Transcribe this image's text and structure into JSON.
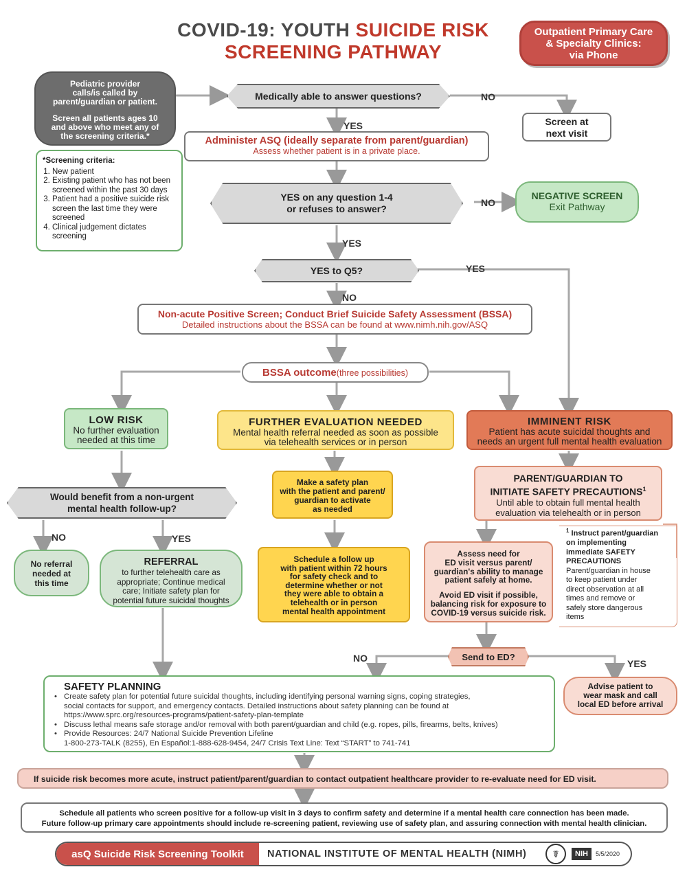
{
  "title": {
    "line1_a": "COVID-19: YOUTH ",
    "line1_b": "SUICIDE RISK",
    "line2": "SCREENING PATHWAY"
  },
  "setting_badge": {
    "line1": "Outpatient Primary Care",
    "line2": "& Specialty Clinics:",
    "line3": "via Phone"
  },
  "provider_box": {
    "line1": "Pediatric provider",
    "line2": "calls/is called by",
    "line3": "parent/guardian or patient.",
    "line4": "Screen all patients ages 10",
    "line5": "and above who meet any of",
    "line6": "the screening criteria.*"
  },
  "criteria": {
    "heading": "*Screening criteria:",
    "items": [
      "New patient",
      "Existing patient who has not been screened within the past 30 days",
      "Patient had a positive suicide risk screen the last time they were screened",
      "Clinical judgement dictates screening"
    ]
  },
  "q_medically": "Medically able to answer questions?",
  "lbl_no1": "NO",
  "screen_next": {
    "line1": "Screen at",
    "line2": "next visit"
  },
  "lbl_yes1": "YES",
  "administer": {
    "title": "Administer ASQ (ideally separate from parent/guardian)",
    "sub": "Assess whether patient is in a private place."
  },
  "q_any": {
    "line1": "YES on any question 1-4",
    "line2": "or refuses to answer?"
  },
  "lbl_no2": "NO",
  "negative": {
    "title": "NEGATIVE SCREEN",
    "sub": "Exit Pathway"
  },
  "lbl_yes2": "YES",
  "q_q5": "YES to Q5?",
  "lbl_yes3": "YES",
  "lbl_no3": "NO",
  "bssa": {
    "title": "Non-acute Positive Screen; Conduct Brief Suicide Safety Assessment (BSSA)",
    "sub": "Detailed instructions about the BSSA can be found at www.nimh.nih.gov/ASQ"
  },
  "bssa_outcome": {
    "bold": "BSSA outcome",
    "sub": "(three possibilities)"
  },
  "low_risk": {
    "title": "LOW RISK",
    "line1": "No further evaluation",
    "line2": "needed at this time"
  },
  "further": {
    "title": "FURTHER EVALUATION NEEDED",
    "line1": "Mental health referral needed as soon as possible",
    "line2": "via telehealth services or in person"
  },
  "imminent": {
    "title": "IMMINENT RISK",
    "line1": "Patient has acute suicidal thoughts and",
    "line2": "needs an urgent full mental health evaluation"
  },
  "q_benefit": {
    "line1": "Would benefit from a non-urgent",
    "line2": "mental health follow-up?"
  },
  "lbl_no4": "NO",
  "lbl_yes4": "YES",
  "no_referral": {
    "line1": "No referral",
    "line2": "needed at",
    "line3": "this time"
  },
  "referral": {
    "title": "REFERRAL",
    "line1": "to further telehealth care as",
    "line2": "appropriate; Continue medical",
    "line3": "care; Initiate safety plan for",
    "line4": "potential future suicidal thoughts"
  },
  "safety_plan_make": {
    "line1": "Make a safety plan",
    "line2": "with the patient and parent/",
    "line3": "guardian to activate",
    "line4": "as needed"
  },
  "schedule_followup": {
    "line1": "Schedule a follow up",
    "line2": "with patient within 72 hours",
    "line3": "for safety check and to",
    "line4": "determine whether or not",
    "line5": "they were able to obtain a",
    "line6": "telehealth or in person",
    "line7": "mental health appointment"
  },
  "parent_precautions": {
    "title1": "PARENT/GUARDIAN TO",
    "title2": "INITIATE SAFETY PRECAUTIONS",
    "sup": "1",
    "line1": "Until able to obtain full mental health",
    "line2": "evaluation via telehealth or in person"
  },
  "footnote": {
    "sup": "1",
    "bold1": "Instruct parent/guardian",
    "bold2": "on implementing",
    "bold3": "immediate SAFETY",
    "bold4": "PRECAUTIONS",
    "line1": "Parent/guardian in house",
    "line2": "to keep patient under",
    "line3": "direct observation at all",
    "line4": "times and remove or",
    "line5": "safely store dangerous",
    "line6": "items"
  },
  "assess_ed": {
    "line1": "Assess need for",
    "line2": "ED visit versus parent/",
    "line3": "guardian's ability to manage",
    "line4": "patient safely at home.",
    "line5": "Avoid ED visit if possible,",
    "line6": "balancing risk for exposure to",
    "line7": "COVID-19 versus suicide risk."
  },
  "q_send_ed": "Send to ED?",
  "lbl_no5": "NO",
  "lbl_yes5": "YES",
  "advise": {
    "line1": "Advise patient to",
    "line2": "wear mask and call",
    "line3": "local ED before arrival"
  },
  "safety_planning": {
    "title": "SAFETY PLANNING",
    "b1a": "Create safety plan for potential future suicidal thoughts, including identifying personal warning signs, coping strategies,",
    "b1b": "social contacts for support, and emergency contacts. Detailed instructions about safety planning can be found at",
    "b1c": "https://www.sprc.org/resources-programs/patient-safety-plan-template",
    "b2": "Discuss lethal means safe storage and/or removal with both parent/guardian and child (e.g. ropes, pills, firearms, belts, knives)",
    "b3a": "Provide Resources: 24/7 National Suicide Prevention Lifeline",
    "b3b": "1-800-273-TALK (8255), En Español:1-888-628-9454, 24/7 Crisis Text Line: Text “START” to 741-741"
  },
  "banner": "If suicide risk becomes more acute, instruct patient/parent/guardian to contact outpatient healthcare provider to re-evaluate need for ED visit.",
  "final": {
    "line1": "Schedule all patients who screen positive for a follow-up visit in 3 days to confirm safety and determine if a mental health care connection has been made.",
    "line2": "Future follow-up primary care appointments should include re-screening patient, reviewing use of safety plan, and assuring connection with mental health clinician."
  },
  "footer": {
    "toolkit": "asQ Suicide Risk Screening Toolkit",
    "org": "NATIONAL INSTITUTE OF MENTAL HEALTH (NIMH)",
    "nih": "NIH",
    "date": "5/5/2020"
  },
  "colors": {
    "red": "#c0392b",
    "green": "#c6e8c6",
    "yellow": "#fde58a",
    "orange": "#e27a57",
    "gray": "#d9d9d9"
  }
}
